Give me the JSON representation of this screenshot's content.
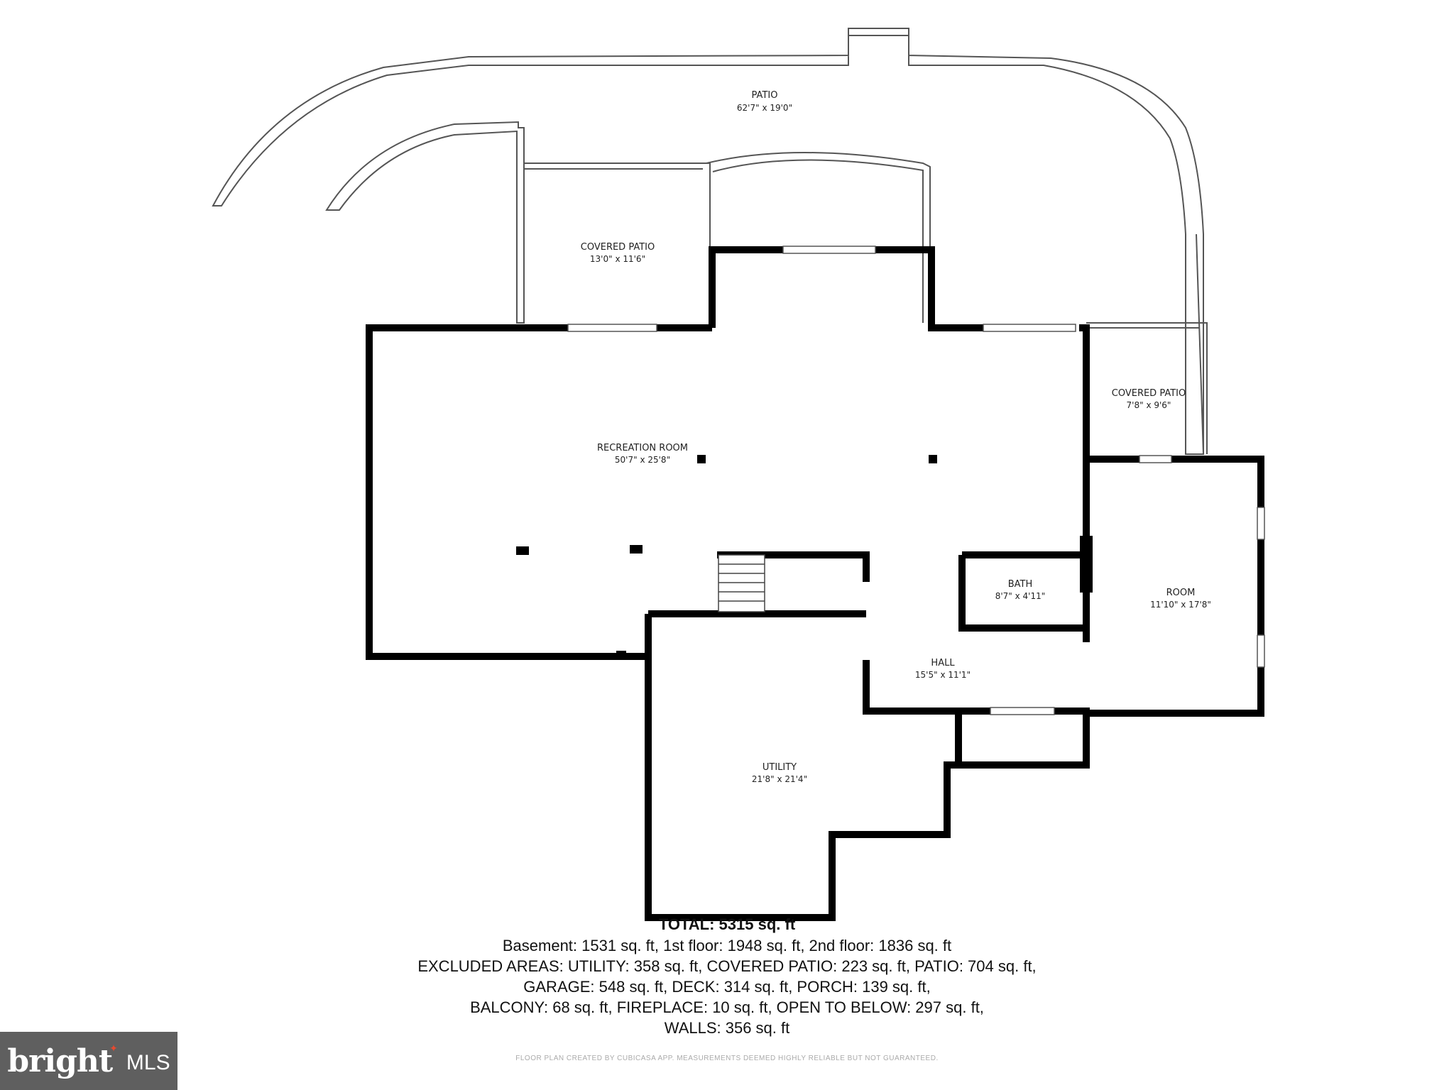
{
  "rooms": {
    "patio": {
      "name": "PATIO",
      "dims": "62'7\" x 19'0\""
    },
    "covered_patio_1": {
      "name": "COVERED PATIO",
      "dims": "13'0\" x 11'6\""
    },
    "covered_patio_2": {
      "name": "COVERED PATIO",
      "dims": "7'8\" x 9'6\""
    },
    "recreation_room": {
      "name": "RECREATION ROOM",
      "dims": "50'7\" x 25'8\""
    },
    "bath": {
      "name": "BATH",
      "dims": "8'7\" x 4'11\""
    },
    "room": {
      "name": "ROOM",
      "dims": "11'10\" x 17'8\""
    },
    "hall": {
      "name": "HALL",
      "dims": "15'5\" x 11'1\""
    },
    "utility": {
      "name": "UTILITY",
      "dims": "21'8\" x 21'4\""
    }
  },
  "summary": {
    "total": "TOTAL: 5315 sq. ft",
    "lines": [
      "Basement: 1531 sq. ft, 1st floor: 1948 sq. ft, 2nd floor: 1836 sq. ft",
      "EXCLUDED AREAS: UTILITY: 358 sq. ft, COVERED PATIO: 223 sq. ft, PATIO: 704 sq. ft,",
      "GARAGE: 548 sq. ft, DECK: 314 sq. ft, PORCH: 139 sq. ft,",
      "BALCONY: 68 sq. ft, FIREPLACE: 10 sq. ft, OPEN TO BELOW: 297 sq. ft,",
      "WALLS: 356 sq. ft"
    ]
  },
  "disclaimer": "FLOOR PLAN CREATED BY CUBICASA APP. MEASUREMENTS DEEMED HIGHLY RELIABLE BUT NOT GUARANTEED.",
  "brand": {
    "word": "bright",
    "suffix": "MLS"
  },
  "colors": {
    "wall": "#000000",
    "thin_wall": "#555555",
    "brand_bg": "#5f5f5f",
    "brand_accent": "#e8492f"
  }
}
